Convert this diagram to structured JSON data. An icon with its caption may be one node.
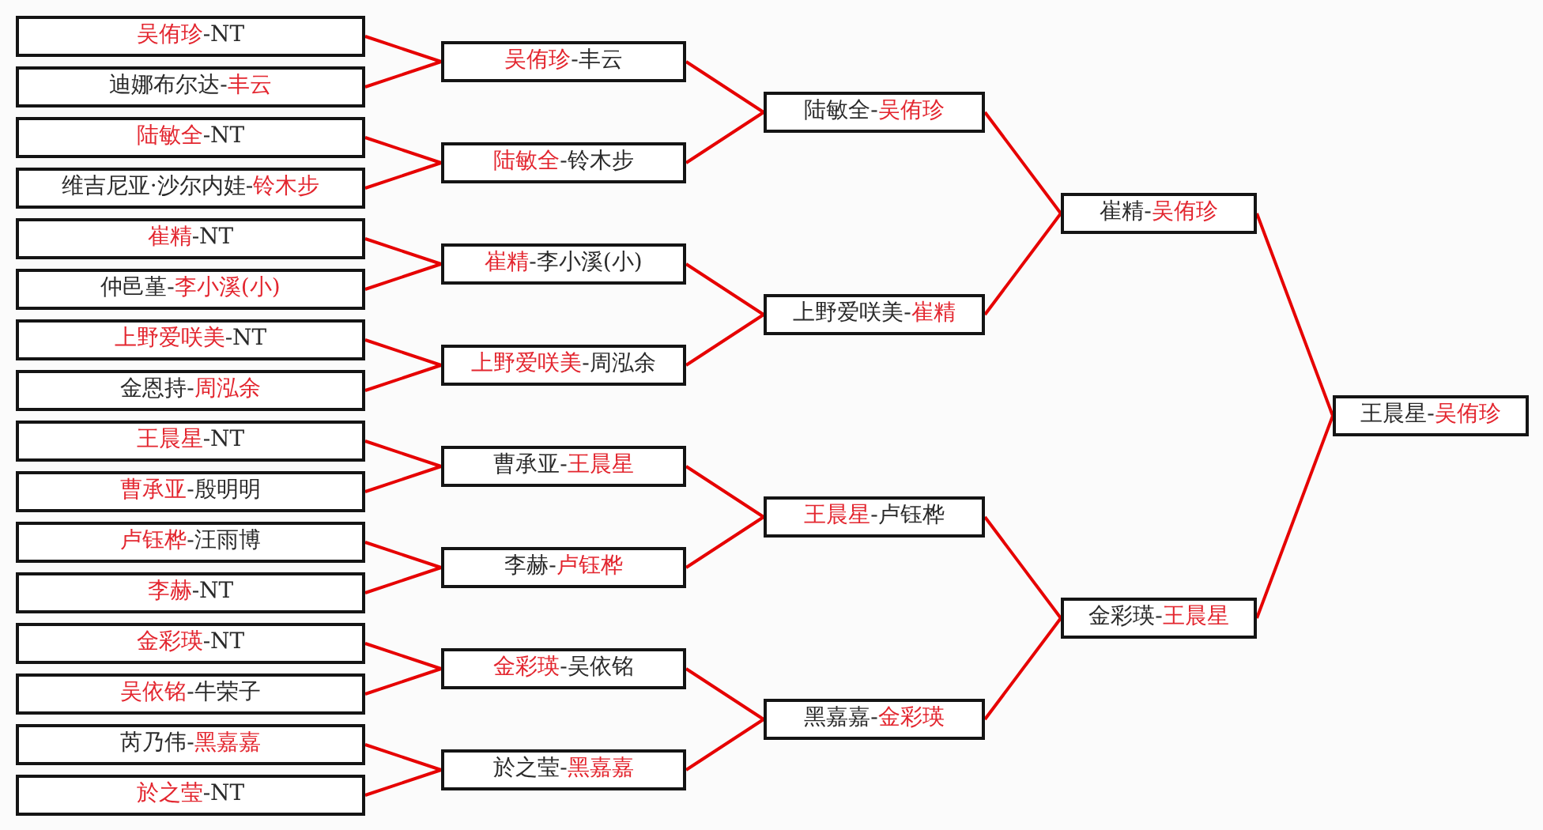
{
  "diagram": {
    "nodes": [
      {
        "text": [
          "**吴侑珍**-NT"
        ]
      },
      {
        "text": [
          "迪娜布尔达-**丰云**"
        ]
      },
      {
        "text": [
          "**陆敏全**-NT"
        ]
      },
      {
        "text": [
          "维吉尼亚·沙尔内娃-**铃木步**"
        ]
      },
      {
        "text": [
          "**崔精**-NT"
        ]
      },
      {
        "text": [
          "仲邑堇-**李小溪(小)**"
        ]
      },
      {
        "text": [
          "**上野爱咲美**-NT"
        ]
      },
      {
        "text": [
          "金恩持-**周泓余**"
        ]
      },
      {
        "text": [
          "**王晨星**-NT"
        ]
      },
      {
        "text": [
          "**曹承亚**-殷明明"
        ]
      },
      {
        "text": [
          "**卢钰桦**-汪雨博"
        ]
      },
      {
        "text": [
          "**李赫**-NT"
        ]
      },
      {
        "text": [
          "**金彩瑛**-NT"
        ]
      },
      {
        "text": [
          "**吴依铭**-牛荣子"
        ]
      },
      {
        "text": [
          "芮乃伟-**黑嘉嘉**"
        ]
      },
      {
        "text": [
          "**於之莹**-NT"
        ]
      },
      {
        "text": [
          "**吴侑珍**-丰云"
        ]
      },
      {
        "text": [
          "**陆敏全**-铃木步"
        ]
      },
      {
        "text": [
          "**崔精**-李小溪(小)"
        ]
      },
      {
        "text": [
          "**上野爱咲美**-周泓余"
        ]
      },
      {
        "text": [
          "曹承亚-**王晨星**"
        ]
      },
      {
        "text": [
          "李赫-**卢钰桦**"
        ]
      },
      {
        "text": [
          "**金彩瑛**-吴依铭"
        ]
      },
      {
        "text": [
          "於之莹-**黑嘉嘉**"
        ]
      },
      {
        "text": [
          "陆敏全-**吴侑珍**"
        ]
      },
      {
        "text": [
          "上野爱咲美-**崔精**"
        ]
      },
      {
        "text": [
          "**王晨星**-卢钰桦"
        ]
      },
      {
        "text": [
          "黑嘉嘉-**金彩瑛**"
        ]
      },
      {
        "text": [
          "崔精-**吴侑珍**"
        ]
      },
      {
        "text": [
          "金彩瑛-**王晨星**"
        ]
      },
      {
        "text": [
          "王晨星-**吴侑珍**"
        ]
      }
    ],
    "edges": [
      {
        "from": 0,
        "to": 16,
        "arrow": "none"
      },
      {
        "from": 1,
        "to": 16,
        "arrow": "none"
      },
      {
        "from": 2,
        "to": 17,
        "arrow": "none"
      },
      {
        "from": 3,
        "to": 17,
        "arrow": "none"
      },
      {
        "from": 4,
        "to": 18,
        "arrow": "none"
      },
      {
        "from": 5,
        "to": 18,
        "arrow": "none"
      },
      {
        "from": 6,
        "to": 19,
        "arrow": "none"
      },
      {
        "from": 7,
        "to": 19,
        "arrow": "none"
      },
      {
        "from": 8,
        "to": 20,
        "arrow": "none"
      },
      {
        "from": 9,
        "to": 20,
        "arrow": "none"
      },
      {
        "from": 10,
        "to": 21,
        "arrow": "none"
      },
      {
        "from": 11,
        "to": 21,
        "arrow": "none"
      },
      {
        "from": 12,
        "to": 22,
        "arrow": "none"
      },
      {
        "from": 13,
        "to": 22,
        "arrow": "none"
      },
      {
        "from": 14,
        "to": 23,
        "arrow": "none"
      },
      {
        "from": 15,
        "to": 23,
        "arrow": "none"
      },
      {
        "from": 16,
        "to": 24,
        "arrow": "none"
      },
      {
        "from": 17,
        "to": 24,
        "arrow": "none"
      },
      {
        "from": 18,
        "to": 25,
        "arrow": "none"
      },
      {
        "from": 19,
        "to": 25,
        "arrow": "none"
      },
      {
        "from": 20,
        "to": 26,
        "arrow": "none"
      },
      {
        "from": 21,
        "to": 26,
        "arrow": "none"
      },
      {
        "from": 22,
        "to": 27,
        "arrow": "none"
      },
      {
        "from": 23,
        "to": 27,
        "arrow": "none"
      },
      {
        "from": 24,
        "to": 28,
        "arrow": "none"
      },
      {
        "from": 25,
        "to": 28,
        "arrow": "none"
      },
      {
        "from": 26,
        "to": 29,
        "arrow": "none"
      },
      {
        "from": 27,
        "to": 29,
        "arrow": "none"
      },
      {
        "from": 28,
        "to": 30,
        "arrow": "none"
      },
      {
        "from": 29,
        "to": 30,
        "arrow": "none"
      }
    ]
  }
}
